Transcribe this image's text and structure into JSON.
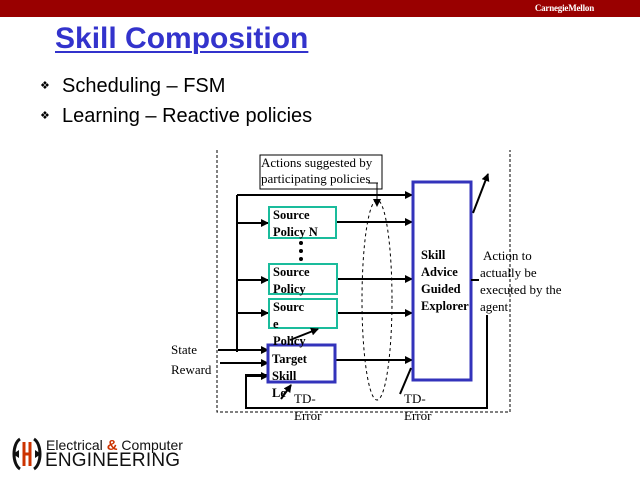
{
  "header": {
    "brand": "CarnegieMellon",
    "bar_color": "#990000"
  },
  "slide": {
    "title": "Skill Composition",
    "title_color": "#3333cc",
    "bullets": [
      {
        "icon": "diamond-bullet-icon",
        "text": "Scheduling – FSM"
      },
      {
        "icon": "diamond-bullet-icon",
        "text": "Learning – Reactive policies"
      }
    ]
  },
  "diagram": {
    "actions_note": [
      "Actions suggested by",
      "participating policies"
    ],
    "source_boxes": [
      {
        "lines": [
          "Source",
          "Policy N"
        ]
      },
      {
        "lines": [
          "Source",
          "Policy"
        ]
      },
      {
        "lines": [
          "Sourc",
          "e",
          "Policy"
        ]
      }
    ],
    "target_box": {
      "lines": [
        "Target",
        "Skill",
        "Le"
      ]
    },
    "explorer_box": {
      "lines": [
        "Skill",
        "Advice",
        "Guided",
        "Explorer"
      ]
    },
    "inputs": [
      "State",
      "Reward"
    ],
    "action_note": [
      "Action to",
      "actually be",
      "executed by the",
      "agent"
    ],
    "td_error_left": [
      "TD-",
      "Error"
    ],
    "td_error_right": [
      "TD-",
      "Error"
    ],
    "colors": {
      "source_border": "#1abc9c",
      "skill_border": "#3333bb"
    }
  },
  "footer": {
    "logo_line1_a": "Electrical",
    "logo_line1_amp": "&",
    "logo_line1_b": "Computer",
    "logo_line2": "ENGINEERING"
  }
}
